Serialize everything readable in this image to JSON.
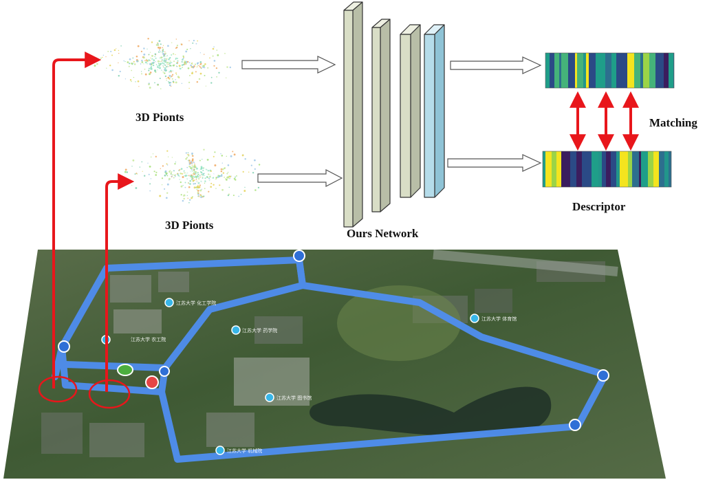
{
  "labels": {
    "points_top": "3D Pionts",
    "points_bottom": "3D Pionts",
    "network": "Ours Network",
    "matching": "Matching",
    "descriptor": "Descriptor"
  },
  "colors": {
    "connector_red": "#e8161b",
    "route_blue": "#4f8ef0",
    "layer_green": "#d9dec6",
    "layer_blue": "#b5dcea",
    "map_green": "#3e5a33"
  },
  "descriptor_palette": [
    "#3b1d5e",
    "#2d6f8e",
    "#22968b",
    "#45b37a",
    "#9bd447",
    "#f4e41f",
    "#2b4a86",
    "#1f9e89"
  ],
  "map_labels": [
    "江苏大学 化工学院",
    "江苏大学 药学院",
    "江苏大学 农工院",
    "江苏大学 体育馆",
    "江苏大学 图书馆",
    "江苏大学 机械院"
  ],
  "map_markers": [
    "location-pin-icon",
    "start-marker-icon",
    "end-marker-icon"
  ]
}
